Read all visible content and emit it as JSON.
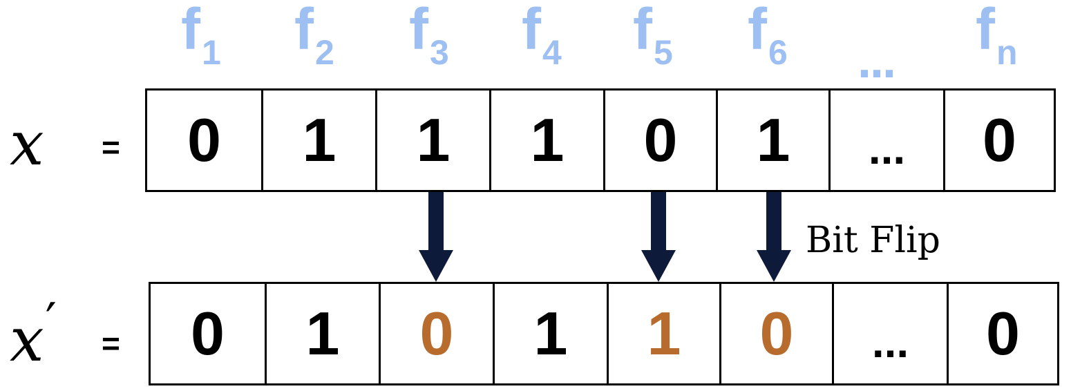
{
  "features": [
    {
      "base": "f",
      "sub": "1"
    },
    {
      "base": "f",
      "sub": "2"
    },
    {
      "base": "f",
      "sub": "3"
    },
    {
      "base": "f",
      "sub": "4"
    },
    {
      "base": "f",
      "sub": "5"
    },
    {
      "base": "f",
      "sub": "6"
    },
    {
      "base": "f",
      "sub": "n"
    }
  ],
  "features_ellipsis": "...",
  "original": {
    "label": "x",
    "equals": "=",
    "cells": [
      "0",
      "1",
      "1",
      "1",
      "0",
      "1",
      "...",
      "0"
    ]
  },
  "perturbed": {
    "label": "x",
    "prime": "′",
    "equals": "=",
    "cells": [
      "0",
      "1",
      "0",
      "1",
      "1",
      "0",
      "...",
      "0"
    ],
    "flipped": [
      false,
      false,
      true,
      false,
      true,
      true,
      false,
      false
    ]
  },
  "annotation": "Bit Flip",
  "colors": {
    "feature_label": "#9dbff2",
    "flipped_bit": "#b76b2c",
    "arrow": "#0d1a3a",
    "text": "#000000"
  }
}
